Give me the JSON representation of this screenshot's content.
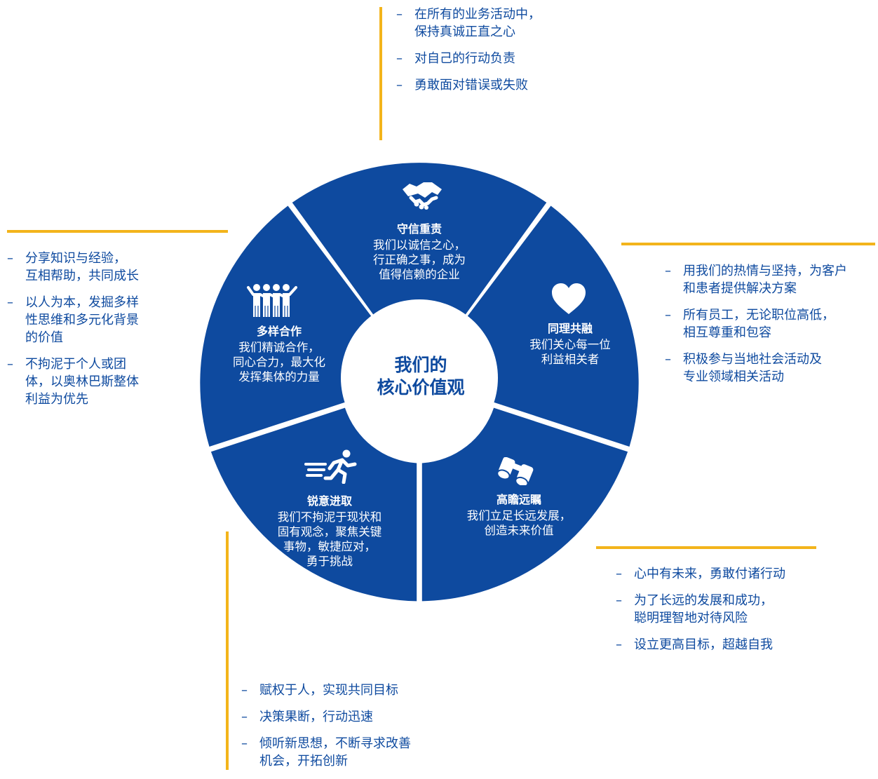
{
  "center": {
    "line1": "我们的",
    "line2": "核心价值观"
  },
  "segments": {
    "integrity": {
      "icon": "handshake-icon",
      "title": "守信重责",
      "desc": [
        "我们以诚信之心，",
        "行正确之事，成为",
        "值得信赖的企业"
      ]
    },
    "empathy": {
      "icon": "heart-icon",
      "title": "同理共融",
      "desc": [
        "我们关心每一位",
        "利益相关者"
      ]
    },
    "foresight": {
      "icon": "binoculars-icon",
      "title": "高瞻远瞩",
      "desc": [
        "我们立足长远发展，",
        "创造未来价值"
      ]
    },
    "agility": {
      "icon": "runner-icon",
      "title": "锐意进取",
      "desc": [
        "我们不拘泥于现状和",
        "固有观念，聚焦关键",
        "事物，敏捷应对，",
        "勇于挑战"
      ]
    },
    "teamwork": {
      "icon": "team-icon",
      "title": "多样合作",
      "desc": [
        "我们精诚合作，",
        "同心合力，最大化",
        "发挥集体的力量"
      ]
    }
  },
  "bullets": {
    "integrity": [
      [
        "在所有的业务活动中，",
        "保持真诚正直之心"
      ],
      [
        "对自己的行动负责"
      ],
      [
        "勇敢面对错误或失败"
      ]
    ],
    "empathy": [
      [
        "用我们的热情与坚持，为客户",
        "和患者提供解决方案"
      ],
      [
        "所有员工，无论职位高低，",
        "相互尊重和包容"
      ],
      [
        "积极参与当地社会活动及",
        "专业领域相关活动"
      ]
    ],
    "foresight": [
      [
        "心中有未来，勇敢付诸行动"
      ],
      [
        "为了长远的发展和成功，",
        "聪明理智地对待风险"
      ],
      [
        "设立更高目标，超越自我"
      ]
    ],
    "agility": [
      [
        "赋权于人，实现共同目标"
      ],
      [
        "决策果断，行动迅速"
      ],
      [
        "倾听新思想，不断寻求改善",
        "机会，开拓创新"
      ]
    ],
    "teamwork": [
      [
        "分享知识与经验，",
        "互相帮助，共同成长"
      ],
      [
        "以人为本，发掘多样",
        "性思维和多元化背景",
        "的价值"
      ],
      [
        "不拘泥于个人或团",
        "体，以奥林巴斯整体",
        "利益为优先"
      ]
    ]
  },
  "colors": {
    "primary": "#0e4a9f",
    "accent": "#f3b41b"
  }
}
